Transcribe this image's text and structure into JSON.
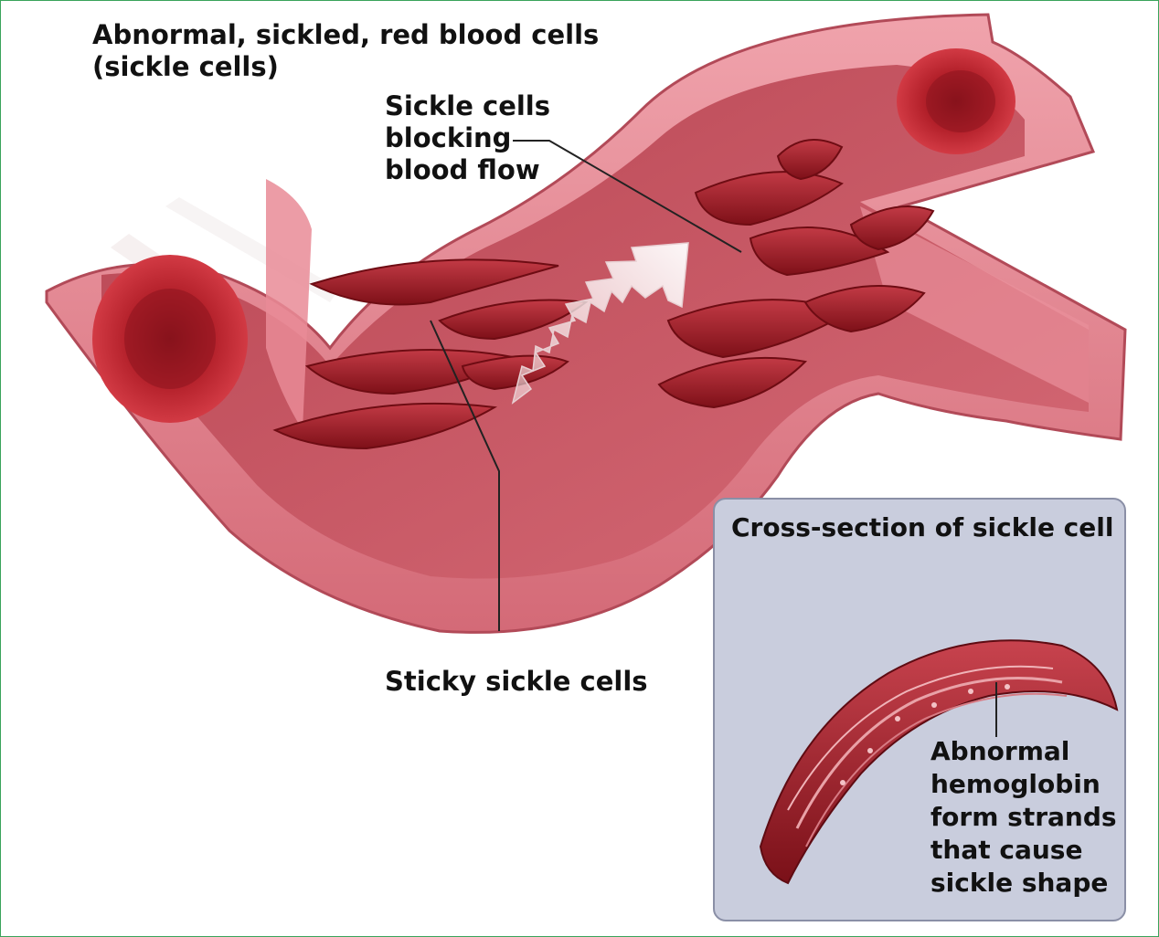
{
  "labels": {
    "abnormal_cells": [
      "Abnormal, sickled, red blood cells",
      "(sickle cells)"
    ],
    "blocking": [
      "Sickle cells",
      "blocking",
      "blood flow"
    ],
    "sticky": "Sticky sickle cells"
  },
  "inset": {
    "title": "Cross-section of sickle cell",
    "hemoglobin_label": [
      "Abnormal",
      "hemoglobin",
      "form strands",
      "that cause",
      "sickle shape"
    ]
  },
  "colors": {
    "vessel_outer": "#e27f8c",
    "vessel_inner": "#c9545f",
    "cell_red": "#b3202a",
    "cell_dark": "#8a1219",
    "frame_border": "#3aa35a",
    "inset_bg": "#c9cddd"
  }
}
